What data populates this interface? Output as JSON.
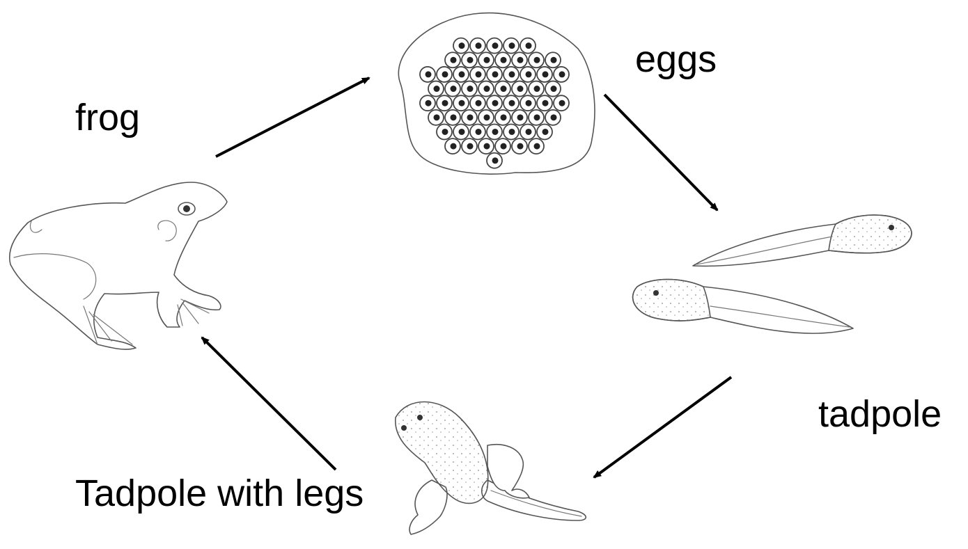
{
  "stages": {
    "frog": {
      "label": "frog"
    },
    "eggs": {
      "label": "eggs"
    },
    "tadpole": {
      "label": "tadpole"
    },
    "tadpole_with_legs": {
      "label": "Tadpole with legs"
    }
  },
  "icons": {
    "frog": "frog-illustration",
    "eggs": "egg-mass-illustration",
    "tadpole": "tadpole-illustration",
    "tadpole_with_legs": "tadpole-with-legs-illustration",
    "arrows": "cycle-arrow"
  },
  "colors": {
    "text": "#000000",
    "arrow": "#000000",
    "line_art": "#555555",
    "background": "#ffffff"
  }
}
